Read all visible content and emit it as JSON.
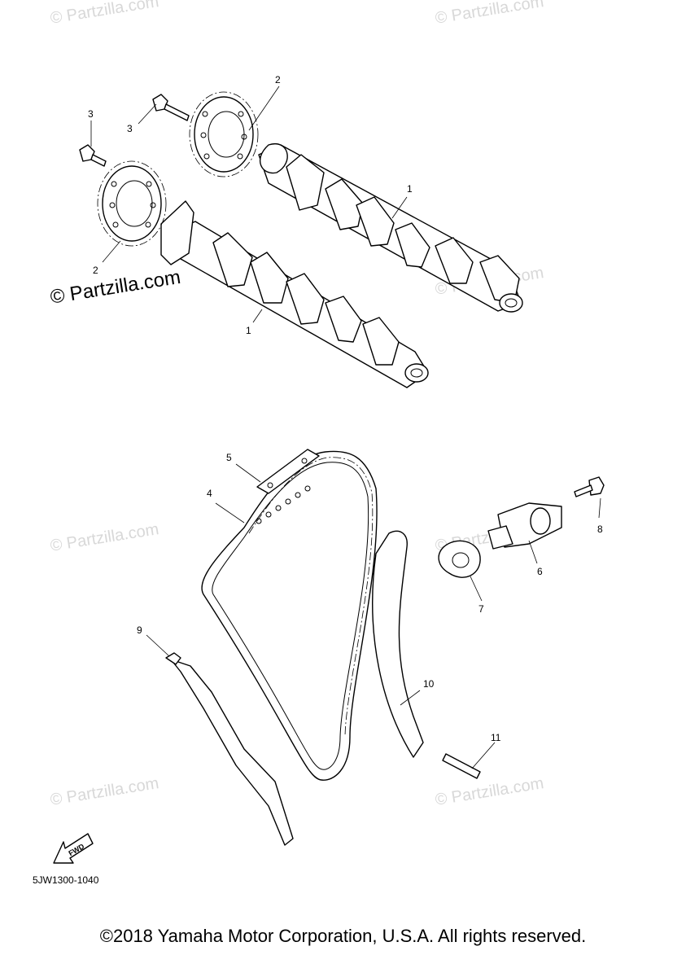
{
  "watermark": {
    "text": "© Partzilla.com",
    "main_text": "© Partzilla.com"
  },
  "callouts": {
    "c1a": "1",
    "c1b": "1",
    "c2a": "2",
    "c2b": "2",
    "c3a": "3",
    "c3b": "3",
    "c4": "4",
    "c5": "5",
    "c6": "6",
    "c7": "7",
    "c8": "8",
    "c9": "9",
    "c10": "10",
    "c11": "11"
  },
  "fwd_label": "FWD",
  "diagram_code": "5JW1300-1040",
  "copyright": "©2018 Yamaha Motor Corporation, U.S.A. All rights reserved."
}
